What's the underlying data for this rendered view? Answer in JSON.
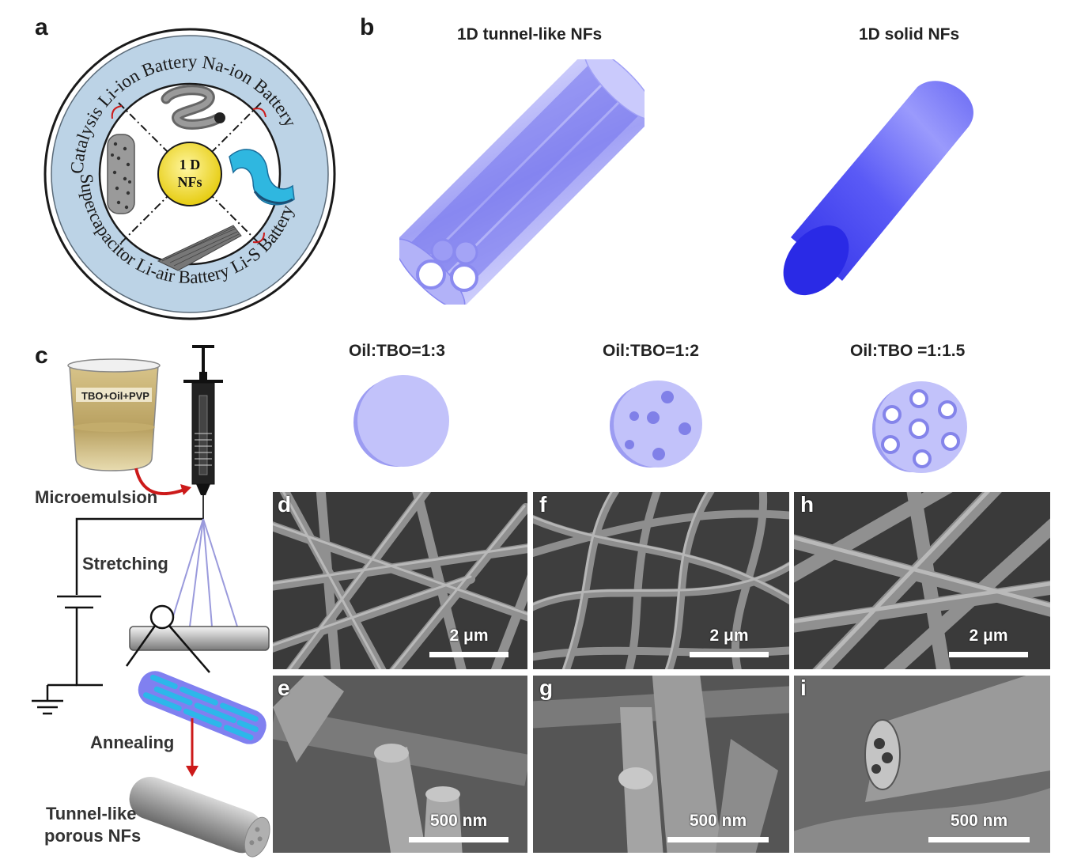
{
  "panels": {
    "a": {
      "letter": "a",
      "center": [
        "1 D",
        "NFs"
      ],
      "ring_labels": {
        "top": "Li-ion Battery",
        "top_right": "Na-ion Battery",
        "right": "Li-S Battery",
        "bottom": "Li-air Battery",
        "left_bottom": "Supercapacitor",
        "left_top": "Catalysis"
      }
    },
    "b": {
      "letter": "b",
      "left_title": "1D tunnel-like NFs",
      "right_title": "1D solid NFs"
    },
    "ratios": [
      "Oil:TBO=1:3",
      "Oil:TBO=1:2",
      "Oil:TBO =1:1.5"
    ],
    "c": {
      "letter": "c",
      "beaker_label": "TBO+Oil+PVP",
      "microemulsion": "Microemulsion",
      "stretching": "Stretching",
      "annealing": "Annealing",
      "product_line1": "Tunnel-like",
      "product_line2": "porous NFs"
    },
    "sem": {
      "d": {
        "letter": "d",
        "scale": "2 μm"
      },
      "e": {
        "letter": "e",
        "scale": "500 nm"
      },
      "f": {
        "letter": "f",
        "scale": "2 μm"
      },
      "g": {
        "letter": "g",
        "scale": "500 nm"
      },
      "h": {
        "letter": "h",
        "scale": "2 μm"
      },
      "i": {
        "letter": "i",
        "scale": "500 nm"
      }
    }
  },
  "colors": {
    "fiber_blue": "#4d4df0",
    "fiber_light": "#b8b8f8",
    "ring_blue": "#bcd3e6",
    "center_yellow": "#f2dc1e",
    "spray_line": "#9a9adc",
    "arrow_red": "#cc1a1a"
  }
}
